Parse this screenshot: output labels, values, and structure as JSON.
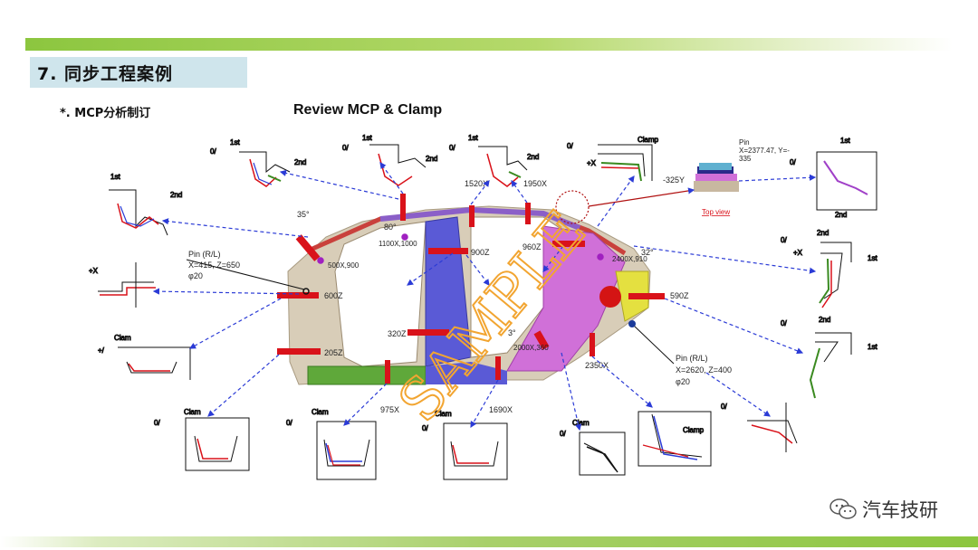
{
  "slide": {
    "title": "7. 同步工程案例",
    "subtitle": "*. MCP分析制订",
    "heading": "Review MCP &  Clamp",
    "watermark_logo_text": "汽车技研",
    "sample_stamp": "SAMPLE"
  },
  "section_labels": [
    "1520X",
    "1950X",
    "900Z",
    "960Z",
    "600Z",
    "205Z",
    "320Z",
    "590Z",
    "2350X",
    "1690X",
    "975X"
  ],
  "angle_labels": [
    "35°",
    "80°",
    "3°",
    "32°"
  ],
  "pins": {
    "front": {
      "title": "Pin (R/L)",
      "coord": "X=415, Z=650",
      "dia": "φ20"
    },
    "rear": {
      "title": "Pin (R/L)",
      "coord": "X=2620, Z=400",
      "dia": "φ20"
    },
    "top": {
      "title": "Pin",
      "coord": "X=2377.47, Y=-",
      "extra": "335"
    }
  },
  "coord_labels": [
    "500X,900",
    "1100X,1000",
    "2400X,910",
    "2000X,360"
  ],
  "misc": {
    "top_view": "Top view",
    "y_offset": "-325Y",
    "first": "1st",
    "second": "2nd",
    "clamp": "Clam",
    "clamp_full": "Clamp",
    "axis_x": "+X",
    "axis_zero": "0/",
    "axis_plus": "+/"
  },
  "colors": {
    "accent_green": "#8cc63f",
    "title_bg": "#cfe5ec",
    "arrow_blue": "#2b3bd6",
    "stamp_orange": "#f2a531",
    "red_bar": "#d9121a"
  }
}
